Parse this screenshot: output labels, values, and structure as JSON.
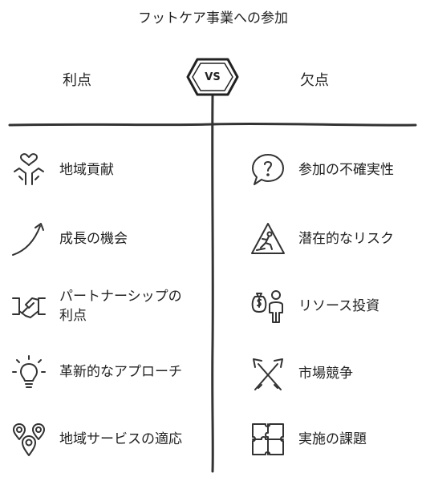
{
  "title": "フットケア事業への参加",
  "vs_label": "VS",
  "pros": {
    "heading": "利点",
    "items": [
      {
        "label": "地域貢献",
        "icon": "hands-heart-icon"
      },
      {
        "label": "成長の機会",
        "icon": "growth-arrow-icon"
      },
      {
        "label": "パートナーシップの利点",
        "icon": "handshake-icon"
      },
      {
        "label": "革新的なアプローチ",
        "icon": "lightbulb-icon"
      },
      {
        "label": "地域サービスの適応",
        "icon": "map-pins-icon"
      }
    ]
  },
  "cons": {
    "heading": "欠点",
    "items": [
      {
        "label": "参加の不確実性",
        "icon": "question-bubble-icon"
      },
      {
        "label": "潜在的なリスク",
        "icon": "warning-sign-icon"
      },
      {
        "label": "リソース投資",
        "icon": "money-person-icon"
      },
      {
        "label": "市場競争",
        "icon": "crossed-arrows-icon"
      },
      {
        "label": "実施の課題",
        "icon": "puzzle-icon"
      }
    ]
  }
}
